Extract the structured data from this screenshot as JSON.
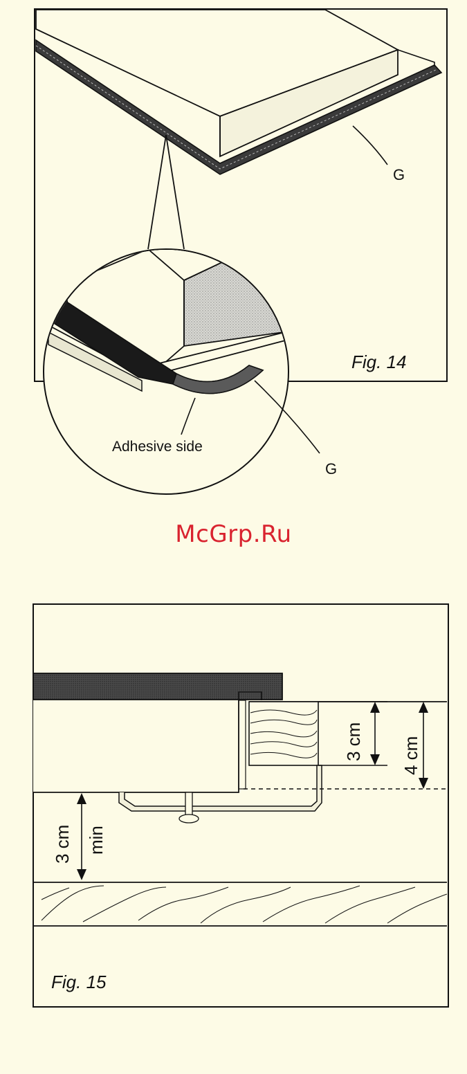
{
  "fig14": {
    "caption": "Fig. 14",
    "label_gasket": "G",
    "label_gasket_detail": "G",
    "label_adhesive": "Adhesive side"
  },
  "fig15": {
    "caption": "Fig. 15",
    "dim_3cm": "3 cm",
    "dim_4cm": "4 cm",
    "dim_3cm_min_value": "3 cm",
    "dim_3cm_min_suffix": "min"
  },
  "watermark": "McGrp.Ru",
  "colors": {
    "background": "#fdfbe6",
    "line": "#111111",
    "gasket": "#3a3a3a",
    "watermark": "#d9232f"
  }
}
